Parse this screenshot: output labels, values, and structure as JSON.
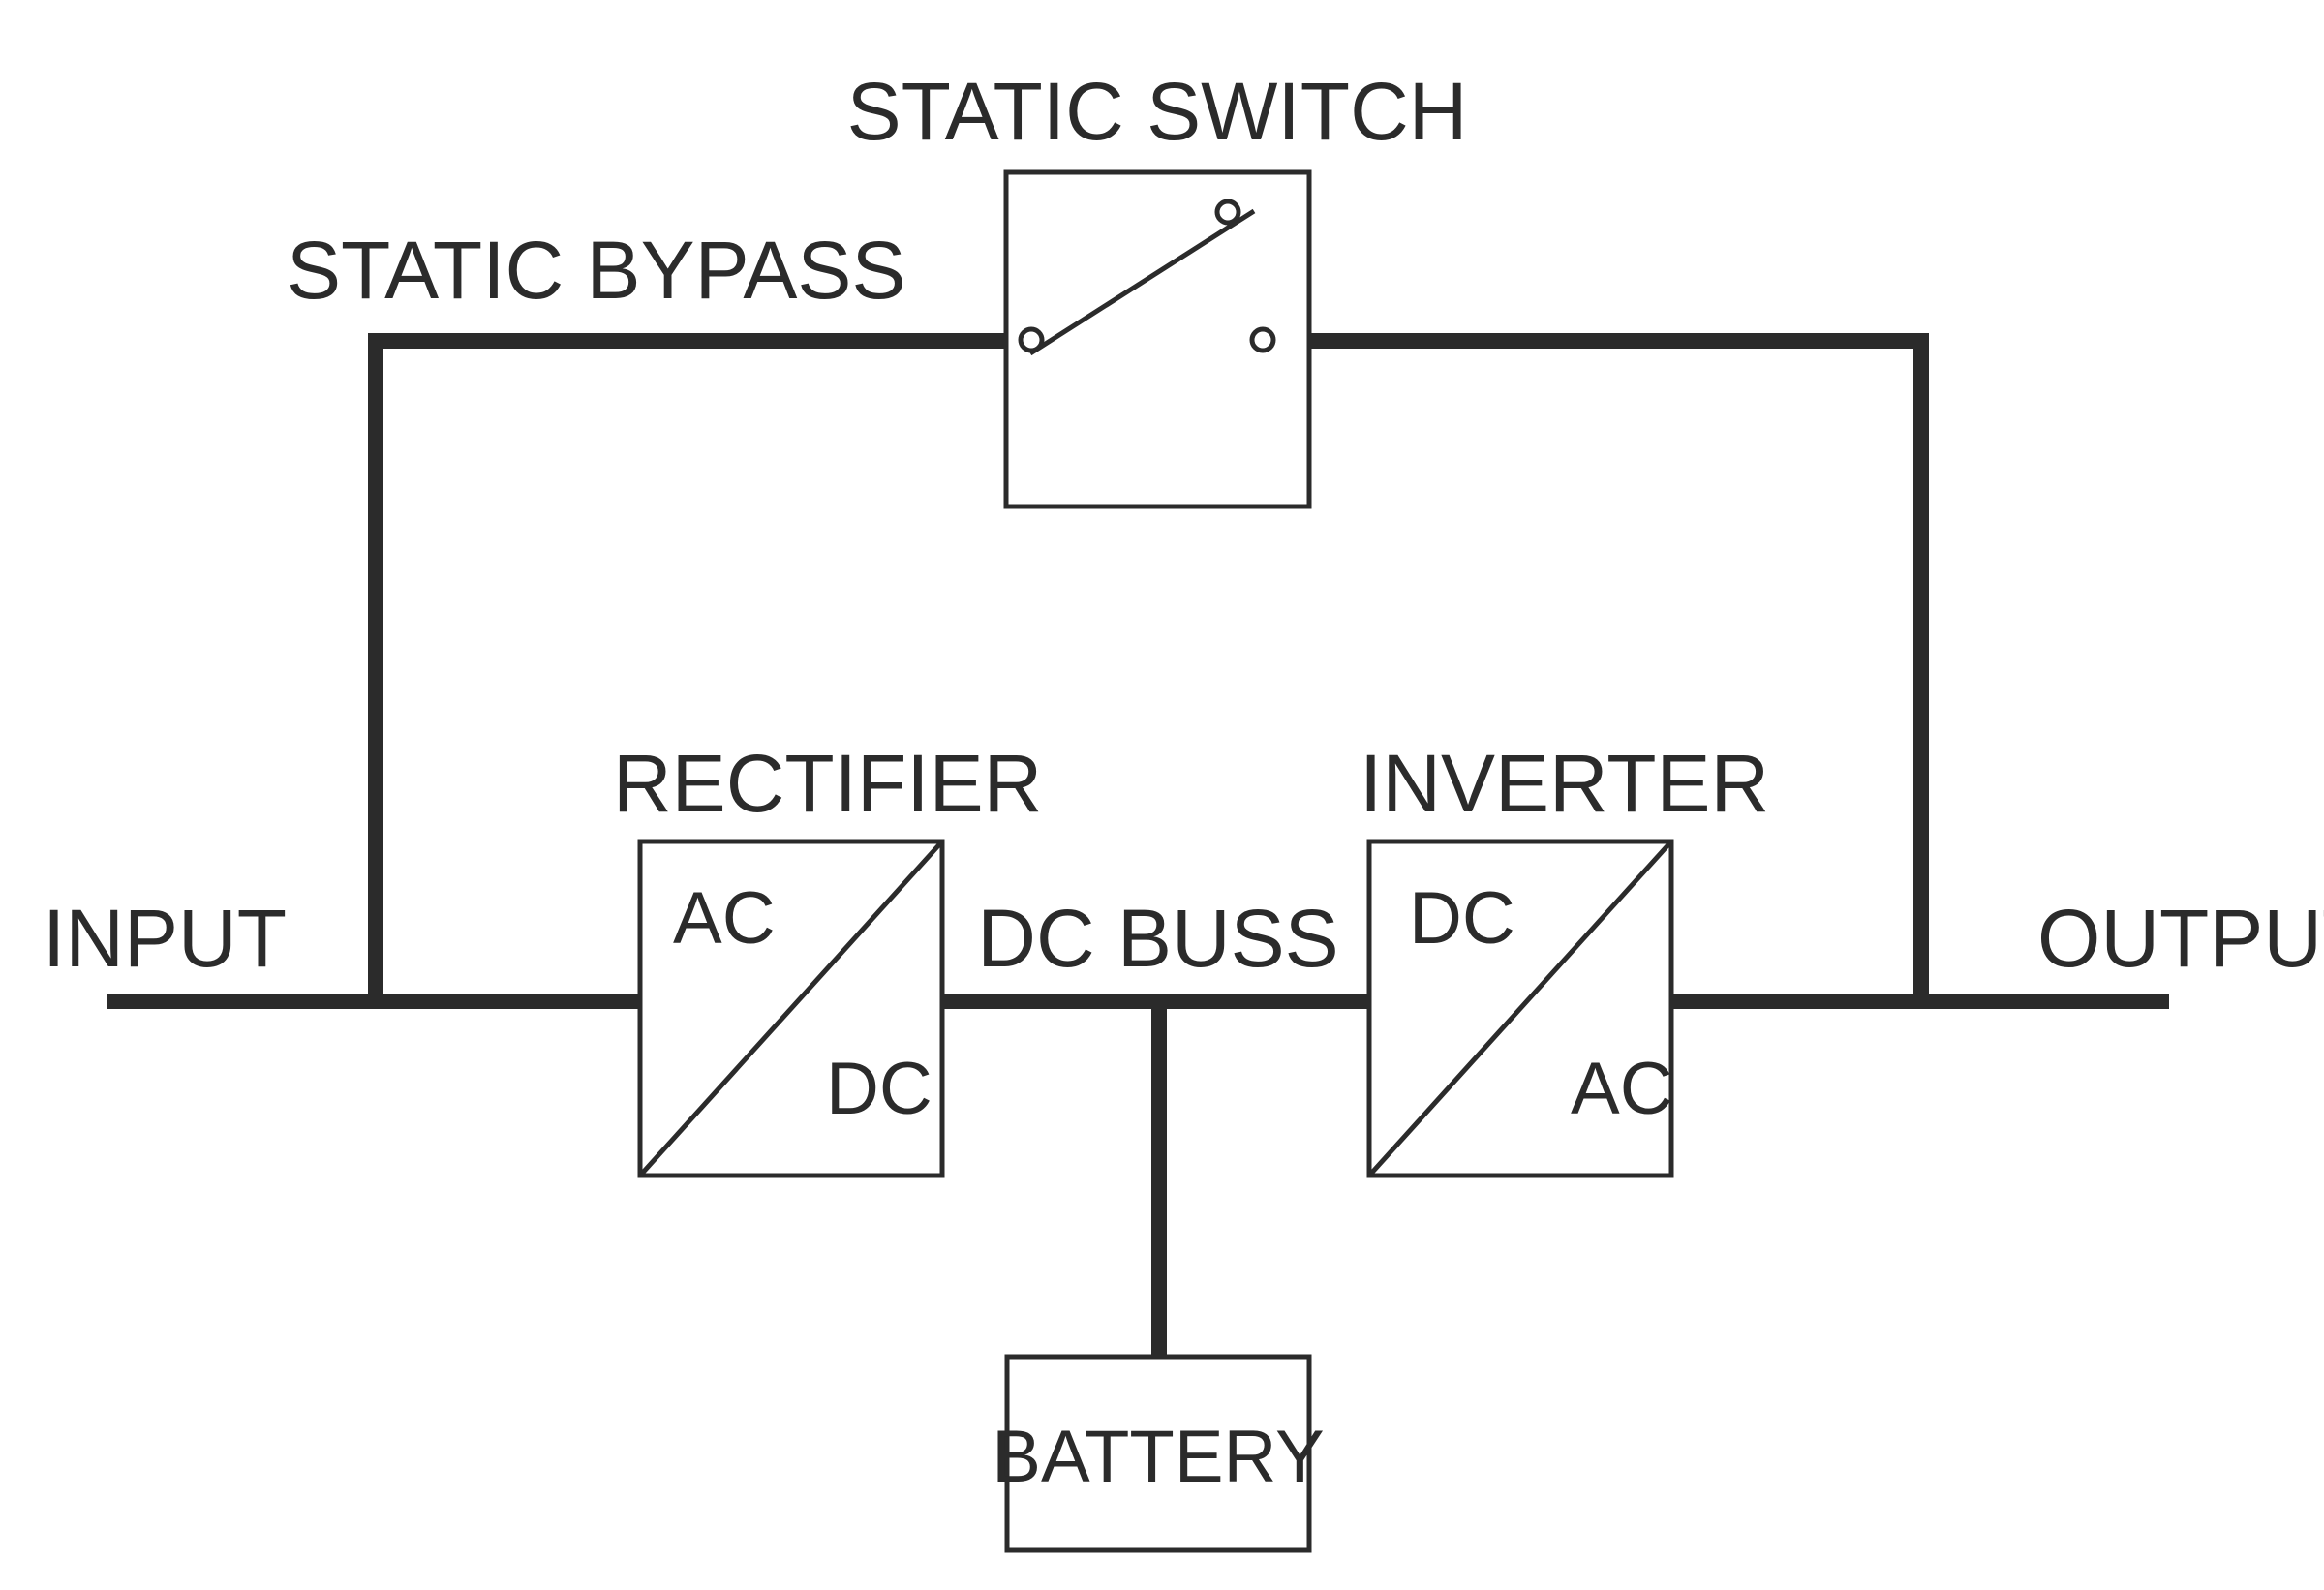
{
  "colors": {
    "line": "#2b2b2b",
    "background": "#ffffff"
  },
  "labels": {
    "static_switch": "STATIC SWITCH",
    "static_bypass": "STATIC BYPASS",
    "rectifier": "RECTIFIER",
    "inverter": "INVERTER",
    "input": "INPUT",
    "output": "OUTPUT",
    "dc_buss": "DC BUSS",
    "battery": "BATTERY"
  },
  "rectifier": {
    "top_label": "AC",
    "bottom_label": "DC"
  },
  "inverter": {
    "top_label": "DC",
    "bottom_label": "AC"
  }
}
